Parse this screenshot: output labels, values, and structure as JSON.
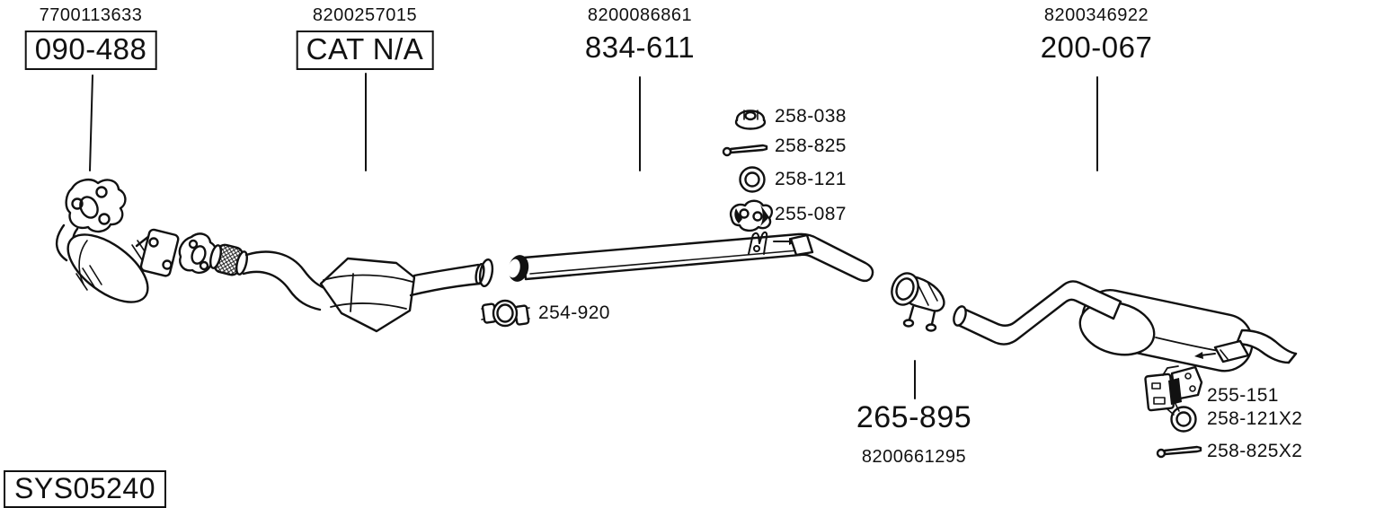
{
  "diagram_code": "SYS05240",
  "line_color": "#111111",
  "background_color": "#ffffff",
  "sections": [
    {
      "oem": "7700113633",
      "ref": "090-488",
      "boxed": true,
      "component": "front-pipe-with-catalyst"
    },
    {
      "oem": "8200257015",
      "ref": "CAT N/A",
      "boxed": true,
      "component": "center-catalyst"
    },
    {
      "oem": "8200086861",
      "ref": "834-611",
      "boxed": false,
      "component": "center-pipe"
    },
    {
      "oem": "8200346922",
      "ref": "200-067",
      "boxed": false,
      "component": "rear-muffler"
    }
  ],
  "hardware_list": [
    {
      "icon": "flange-nut-icon",
      "ref": "258-038"
    },
    {
      "icon": "bolt-icon",
      "ref": "258-825"
    },
    {
      "icon": "gasket-ring-icon",
      "ref": "258-121"
    },
    {
      "icon": "rubber-hanger-icon",
      "ref": "255-087"
    }
  ],
  "clamp": {
    "icon": "pipe-clamp-icon",
    "ref": "254-920"
  },
  "coupling": {
    "ref": "265-895",
    "oem": "8200661295"
  },
  "rear_hardware_list": [
    {
      "icon": "hanger-bracket-icon",
      "ref": "255-151"
    },
    {
      "icon": "gasket-ring-icon",
      "ref": "258-121X2"
    },
    {
      "icon": "bolt-icon",
      "ref": "258-825X2"
    }
  ]
}
